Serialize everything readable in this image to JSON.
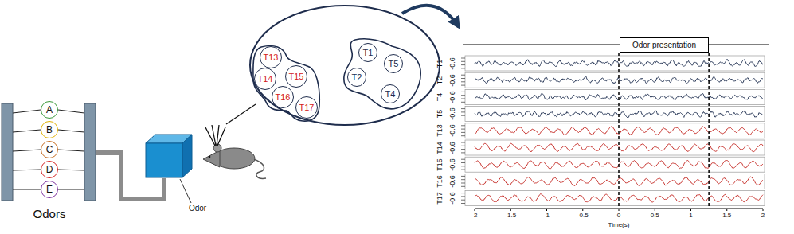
{
  "diagram": {
    "nodes": [
      {
        "text": [
          "A"
        ]
      },
      {
        "text": [
          "B"
        ]
      },
      {
        "text": [
          "C"
        ]
      },
      {
        "text": [
          "D"
        ]
      },
      {
        "text": [
          "E"
        ]
      },
      {
        "text": []
      },
      {
        "text": [],
        "in": 5
      },
      {
        "text": [
          "T13"
        ],
        "in": 6
      },
      {
        "text": [
          "T14"
        ],
        "in": 6
      },
      {
        "text": [
          "T15"
        ],
        "in": 6
      },
      {
        "text": [
          "T16"
        ],
        "in": 6
      },
      {
        "text": [
          "T17"
        ],
        "in": 6
      },
      {
        "text": [],
        "in": 5
      },
      {
        "text": [
          "T1"
        ],
        "in": 12
      },
      {
        "text": [
          "T5"
        ],
        "in": 12
      },
      {
        "text": [
          "T2"
        ],
        "in": 12
      },
      {
        "text": [
          "T4"
        ],
        "in": 12
      },
      {
        "text": [
          "Odor presentation"
        ]
      }
    ],
    "edges": [
      {
        "from": 6,
        "to": 12,
        "arrow": "both"
      }
    ],
    "labels": [
      "Odors",
      "Odor",
      "T1",
      "-0.6",
      "T2",
      "-0.6",
      "T4",
      "-0.6",
      "T5",
      "-0.6",
      "T13",
      "-0.6",
      "T14",
      "-0.6",
      "T15",
      "-0.6",
      "T16",
      "-0.6",
      "T17",
      "-0.6",
      "-2",
      "-1.5",
      "-1",
      "-0.5",
      "0",
      "0.5",
      "1",
      "1.5",
      "2",
      "Time(s)"
    ]
  }
}
